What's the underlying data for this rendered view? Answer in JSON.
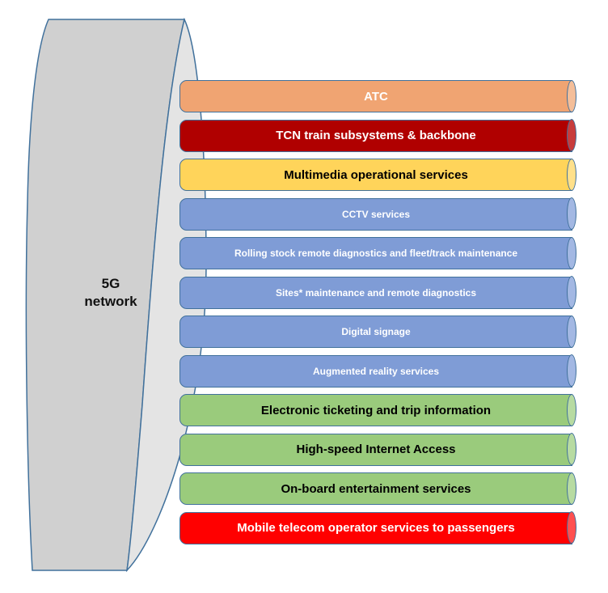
{
  "network": {
    "line1": "5G",
    "line2": "network"
  },
  "colors": {
    "outline": "#41719C",
    "cylinder_side": "#D0D0D0",
    "cylinder_face": "#E4E4E4"
  },
  "services": [
    {
      "label": "ATC",
      "fill": "#F0A472",
      "cap": "#F4BE99",
      "text": "#ffffff",
      "size": 15
    },
    {
      "label": "TCN train subsystems & backbone",
      "fill": "#B00000",
      "cap": "#C83C3C",
      "text": "#ffffff",
      "size": 15
    },
    {
      "label": "Multimedia operational services",
      "fill": "#FFD45A",
      "cap": "#FFE08A",
      "text": "#000000",
      "size": 15
    },
    {
      "label": "CCTV services",
      "fill": "#7F9CD6",
      "cap": "#A3B8E3",
      "text": "#ffffff",
      "size": 12
    },
    {
      "label": "Rolling stock remote diagnostics and fleet/track maintenance",
      "fill": "#7F9CD6",
      "cap": "#A3B8E3",
      "text": "#ffffff",
      "size": 12
    },
    {
      "label": "Sites* maintenance and remote diagnostics",
      "fill": "#7F9CD6",
      "cap": "#A3B8E3",
      "text": "#ffffff",
      "size": 12
    },
    {
      "label": "Digital signage",
      "fill": "#7F9CD6",
      "cap": "#A3B8E3",
      "text": "#ffffff",
      "size": 12
    },
    {
      "label": "Augmented reality services",
      "fill": "#7F9CD6",
      "cap": "#A3B8E3",
      "text": "#ffffff",
      "size": 12
    },
    {
      "label": "Electronic ticketing and trip information",
      "fill": "#9ACB7C",
      "cap": "#B7DBA2",
      "text": "#000000",
      "size": 15
    },
    {
      "label": "High-speed Internet Access",
      "fill": "#9ACB7C",
      "cap": "#B7DBA2",
      "text": "#000000",
      "size": 15
    },
    {
      "label": "On-board entertainment services",
      "fill": "#9ACB7C",
      "cap": "#B7DBA2",
      "text": "#000000",
      "size": 15
    },
    {
      "label": "Mobile telecom operator services to passengers",
      "fill": "#FF0000",
      "cap": "#FF5050",
      "text": "#ffffff",
      "size": 15
    }
  ]
}
